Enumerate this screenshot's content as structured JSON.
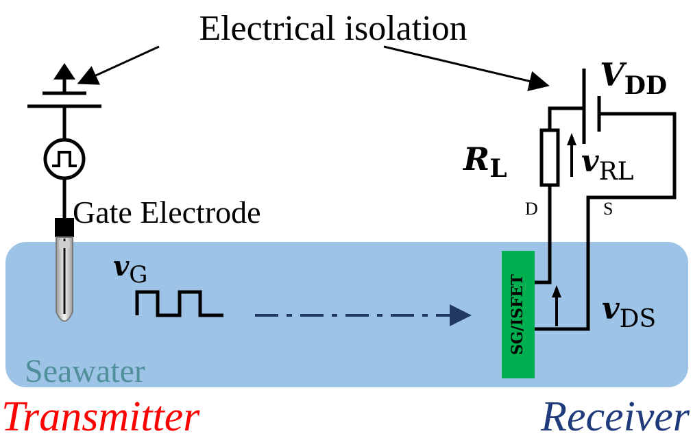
{
  "title": "Electrical isolation",
  "labels": {
    "gate_electrode": "Gate Electrode",
    "seawater": "Seawater",
    "transmitter": "Transmitter",
    "receiver": "Receiver",
    "sensor": "SG/ISFET",
    "drain": "D",
    "source": "S",
    "vg": {
      "main": "v",
      "sub": "G"
    },
    "vds": {
      "main": "v",
      "sub": "DS"
    },
    "vrl": {
      "main": "v",
      "sub": "RL"
    },
    "vdd": {
      "main": "V",
      "sub": "DD"
    },
    "rl": {
      "main": "R",
      "sub": "L"
    }
  },
  "colors": {
    "seawater_fill": "#9dc3e6",
    "seawater_text": "#4f8f9a",
    "transmitter_text": "#ff0000",
    "receiver_text": "#1f3a7a",
    "sensor_fill": "#00b050",
    "signal_arrow": "#1f3864",
    "wire": "#000000"
  },
  "icons": {
    "source_symbol": "square-wave-source-icon",
    "ground": "ground-arrow-icon",
    "electrode": "gate-electrode-probe-icon"
  }
}
